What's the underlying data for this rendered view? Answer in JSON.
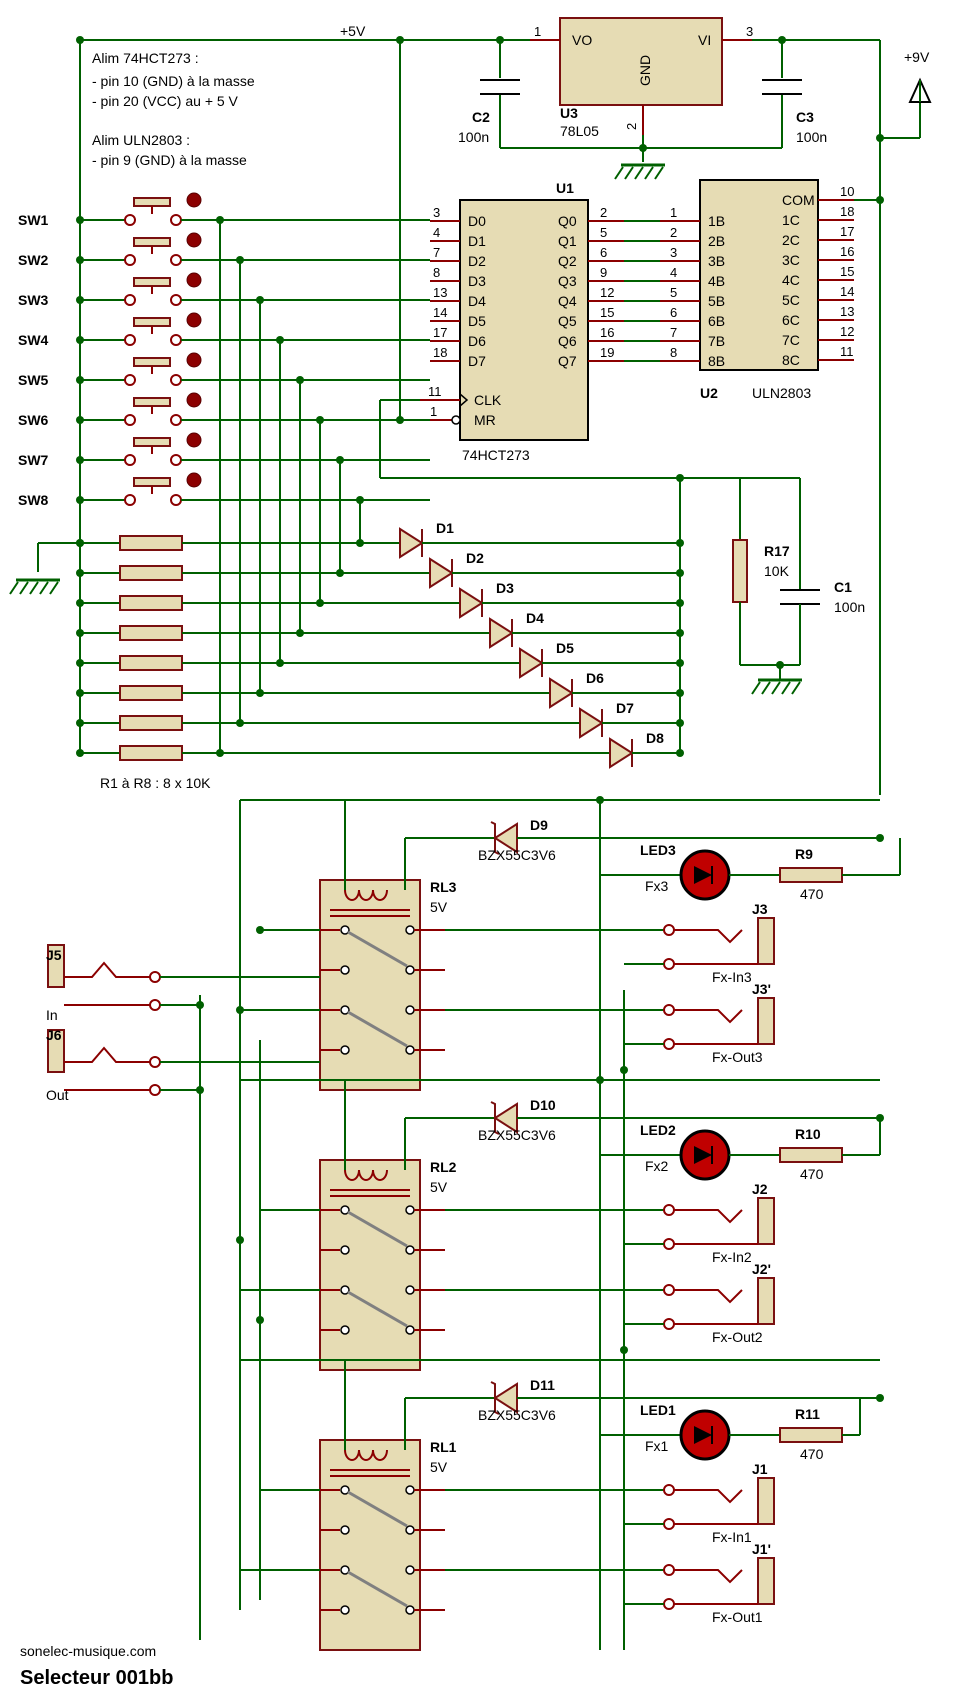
{
  "notes": {
    "line1": "Alim 74HCT273 :",
    "line2": "- pin 10 (GND) à la masse",
    "line3": "- pin 20 (VCC) au + 5 V",
    "line4": "Alim ULN2803 :",
    "line5": "- pin 9 (GND) à la masse"
  },
  "rails": {
    "v5": "+5V",
    "v9": "+9V"
  },
  "switches": [
    "SW1",
    "SW2",
    "SW3",
    "SW4",
    "SW5",
    "SW6",
    "SW7",
    "SW8"
  ],
  "u1": {
    "ref": "U1",
    "part": "74HCT273",
    "inputs": [
      [
        "3",
        "D0"
      ],
      [
        "4",
        "D1"
      ],
      [
        "7",
        "D2"
      ],
      [
        "8",
        "D3"
      ],
      [
        "13",
        "D4"
      ],
      [
        "14",
        "D5"
      ],
      [
        "17",
        "D6"
      ],
      [
        "18",
        "D7"
      ]
    ],
    "outputs": [
      [
        "Q0",
        "2"
      ],
      [
        "Q1",
        "5"
      ],
      [
        "Q2",
        "6"
      ],
      [
        "Q3",
        "9"
      ],
      [
        "Q4",
        "12"
      ],
      [
        "Q5",
        "15"
      ],
      [
        "Q6",
        "16"
      ],
      [
        "Q7",
        "19"
      ]
    ],
    "clk": [
      "11",
      "CLK"
    ],
    "mr": [
      "1",
      "MR"
    ]
  },
  "u2": {
    "ref": "U2",
    "part": "ULN2803",
    "inputs": [
      [
        "1",
        "1B"
      ],
      [
        "2",
        "2B"
      ],
      [
        "3",
        "3B"
      ],
      [
        "4",
        "4B"
      ],
      [
        "5",
        "5B"
      ],
      [
        "6",
        "6B"
      ],
      [
        "7",
        "7B"
      ],
      [
        "8",
        "8B"
      ]
    ],
    "outputs": [
      [
        "COM",
        "10"
      ],
      [
        "1C",
        "18"
      ],
      [
        "2C",
        "17"
      ],
      [
        "3C",
        "16"
      ],
      [
        "4C",
        "15"
      ],
      [
        "5C",
        "14"
      ],
      [
        "6C",
        "13"
      ],
      [
        "7C",
        "12"
      ],
      [
        "8C",
        "11"
      ]
    ]
  },
  "u3": {
    "ref": "U3",
    "part": "78L05",
    "vo": "VO",
    "vi": "VI",
    "gnd": "GND",
    "pin1": "1",
    "pin2": "2",
    "pin3": "3"
  },
  "caps": {
    "c2": {
      "ref": "C2",
      "val": "100n"
    },
    "c3": {
      "ref": "C3",
      "val": "100n"
    },
    "c1": {
      "ref": "C1",
      "val": "100n"
    }
  },
  "r17": {
    "ref": "R17",
    "val": "10K"
  },
  "rnote": "R1 à R8 : 8 x 10K",
  "diodes": [
    "D1",
    "D2",
    "D3",
    "D4",
    "D5",
    "D6",
    "D7",
    "D8"
  ],
  "stages": [
    {
      "relay": "RL3",
      "volt": "5V",
      "zener": "D9",
      "zpart": "BZX55C3V6",
      "led": "LED3",
      "fx": "Fx3",
      "res": "R9",
      "rval": "470",
      "jin": "J3",
      "jinl": "Fx-In3",
      "jout": "J3'",
      "joutl": "Fx-Out3"
    },
    {
      "relay": "RL2",
      "volt": "5V",
      "zener": "D10",
      "zpart": "BZX55C3V6",
      "led": "LED2",
      "fx": "Fx2",
      "res": "R10",
      "rval": "470",
      "jin": "J2",
      "jinl": "Fx-In2",
      "jout": "J2'",
      "joutl": "Fx-Out2"
    },
    {
      "relay": "RL1",
      "volt": "5V",
      "zener": "D11",
      "zpart": "BZX55C3V6",
      "led": "LED1",
      "fx": "Fx1",
      "res": "R11",
      "rval": "470",
      "jin": "J1",
      "jinl": "Fx-In1",
      "jout": "J1'",
      "joutl": "Fx-Out1"
    }
  ],
  "inputs": {
    "j5": "J5",
    "j5l": "In",
    "j6": "J6",
    "j6l": "Out"
  },
  "footer": {
    "site": "sonelec-musique.com",
    "title": "Selecteur 001bb"
  },
  "colors": {
    "wire": "#006000",
    "pin": "#8b0000",
    "body": "#e6dcb4",
    "led": "#c00000"
  }
}
